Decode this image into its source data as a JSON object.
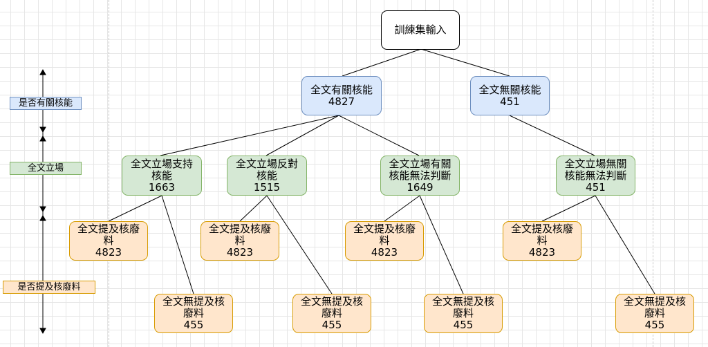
{
  "diagram": {
    "root": {
      "label": "訓練集輸入"
    },
    "level1": [
      {
        "label": "全文有關核能",
        "count": "4827"
      },
      {
        "label": "全文無關核能",
        "count": "451"
      }
    ],
    "level2": [
      {
        "label": "全文立場支持\n核能",
        "count": "1663"
      },
      {
        "label": "全文立場反對\n核能",
        "count": "1515"
      },
      {
        "label": "全文立場有關\n核能無法判斷",
        "count": "1649"
      },
      {
        "label": "全文立場無關\n核能無法判斷",
        "count": "451"
      }
    ],
    "level3_upper": [
      {
        "label": "全文提及核廢\n料",
        "count": "4823"
      },
      {
        "label": "全文提及核廢\n料",
        "count": "4823"
      },
      {
        "label": "全文提及核廢\n料",
        "count": "4823"
      },
      {
        "label": "全文提及核廢\n料",
        "count": "4823"
      }
    ],
    "level3_lower": [
      {
        "label": "全文無提及核\n廢料",
        "count": "455"
      },
      {
        "label": "全文無提及核\n廢料",
        "count": "455"
      },
      {
        "label": "全文無提及核\n廢料",
        "count": "455"
      },
      {
        "label": "全文無提及核\n廢料",
        "count": "455"
      }
    ]
  },
  "side_labels": {
    "nuclear_relevance": "是否有關核能",
    "stance": "全文立場",
    "waste_mention": "是否提及核廢料"
  },
  "colors": {
    "root": "#ffffff",
    "relevance": "#dae8fc",
    "stance": "#d5e8d4",
    "waste": "#ffe6cc"
  }
}
